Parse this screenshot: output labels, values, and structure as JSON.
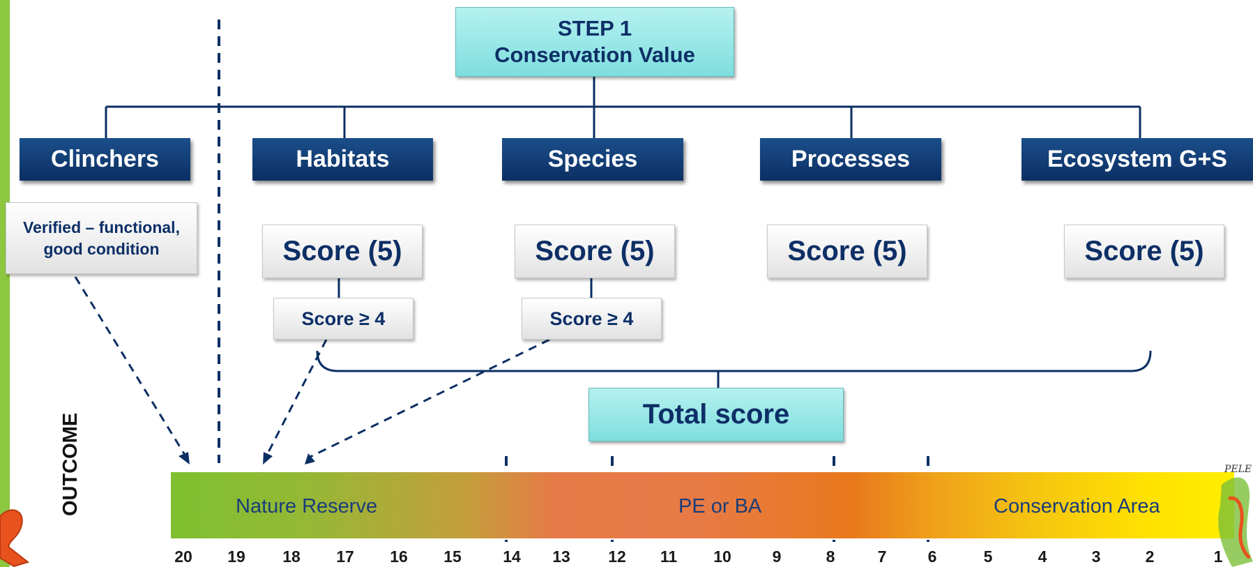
{
  "step": {
    "line1": "STEP 1",
    "line2": "Conservation Value"
  },
  "categories": [
    {
      "label": "Clinchers"
    },
    {
      "label": "Habitats"
    },
    {
      "label": "Species"
    },
    {
      "label": "Processes"
    },
    {
      "label": "Ecosystem G+S"
    }
  ],
  "clincher_box": "Verified – functional, good condition",
  "scores": [
    "Score (5)",
    "Score (5)",
    "Score (5)",
    "Score (5)"
  ],
  "thresholds": [
    "Score ≥ 4",
    "Score ≥ 4"
  ],
  "total_score": "Total score",
  "outcome_label": "OUTCOME",
  "scale": {
    "zones": [
      "Nature Reserve",
      "PE or BA",
      "Conservation Area"
    ],
    "ticks": [
      "20",
      "19",
      "18",
      "17",
      "16",
      "15",
      "14",
      "13",
      "12",
      "11",
      "10",
      "9",
      "8",
      "7",
      "6",
      "5",
      "4",
      "3",
      "2",
      "1"
    ]
  },
  "colors": {
    "navy": "#0b2f63",
    "teal": "#8fe3e3",
    "green": "#8dc63f",
    "text": "#0d2f66"
  }
}
